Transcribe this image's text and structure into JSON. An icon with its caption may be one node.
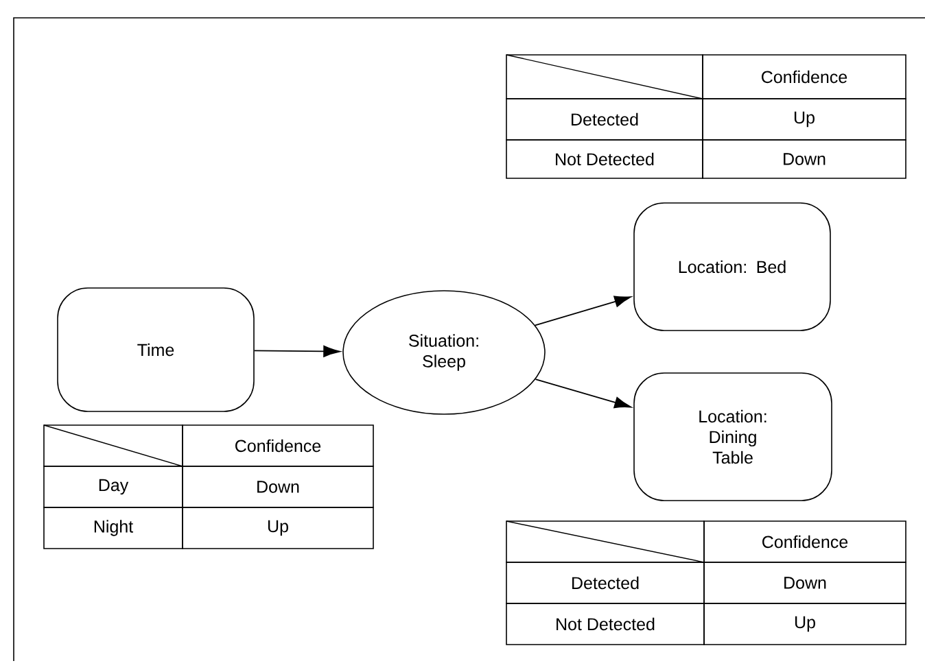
{
  "diagram": {
    "nodes": [
      {
        "text": [
          "Time"
        ]
      },
      {
        "text": [
          "Situation: Sleep"
        ]
      },
      {
        "text": [
          "Location: Bed"
        ]
      },
      {
        "text": [
          "Location: Dining Table"
        ]
      }
    ],
    "edges": [
      {
        "from": 0,
        "to": 1,
        "arrow": "to"
      },
      {
        "from": 1,
        "to": 2,
        "arrow": "to"
      },
      {
        "from": 1,
        "to": 3,
        "arrow": "to"
      }
    ],
    "labels": [
      "Confidence",
      "Detected",
      "Up",
      "Not Detected",
      "Down",
      "Confidence",
      "Day",
      "Down",
      "Night",
      "Up",
      "Confidence",
      "Detected",
      "Down",
      "Not Detected",
      "Up"
    ]
  }
}
